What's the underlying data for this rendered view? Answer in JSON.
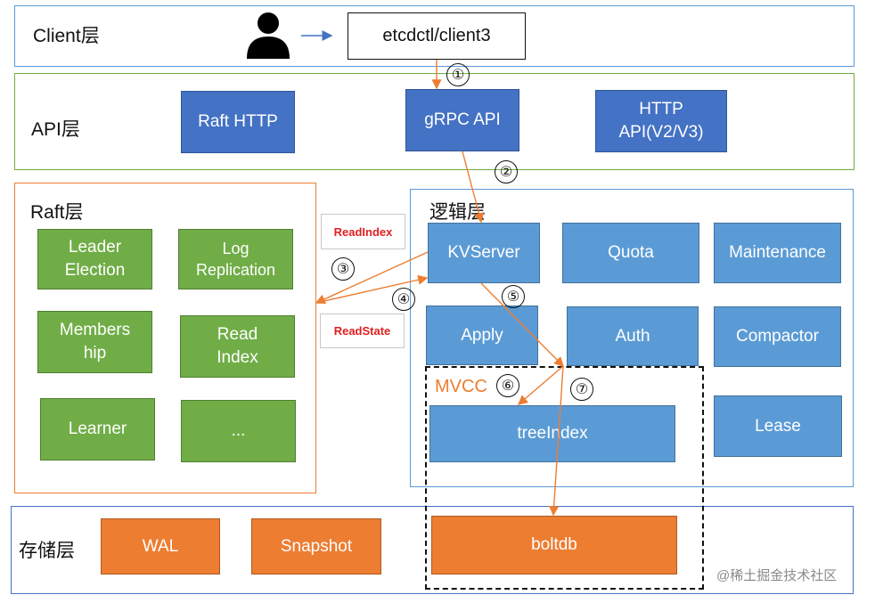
{
  "layers": {
    "client": "Client层",
    "api": "API层",
    "raft": "Raft层",
    "logic": "逻辑层",
    "storage": "存储层"
  },
  "client": {
    "cli_label": "etcdctl/client3",
    "user_icon": "user-icon"
  },
  "api_boxes": [
    "Raft HTTP",
    "gRPC API",
    "HTTP\nAPI(V2/V3)"
  ],
  "raft_boxes": [
    "Leader\nElection",
    "Log\nReplication",
    "Members\nhip",
    "Read\nIndex",
    "Learner",
    "..."
  ],
  "logic_boxes": {
    "kvserver": "KVServer",
    "quota": "Quota",
    "maintenance": "Maintenance",
    "apply": "Apply",
    "auth": "Auth",
    "compactor": "Compactor",
    "lease": "Lease"
  },
  "mvcc": {
    "label": "MVCC",
    "treeindex": "treeIndex"
  },
  "storage_boxes": {
    "wal": "WAL",
    "snapshot": "Snapshot",
    "boltdb": "boltdb"
  },
  "tags": {
    "readindex": "ReadIndex",
    "readstate": "ReadState"
  },
  "steps": [
    "①",
    "②",
    "③",
    "④",
    "⑤",
    "⑥",
    "⑦"
  ],
  "watermark": "@稀土掘金技术社区",
  "colors": {
    "client_border": "#5b9bd5",
    "api_border": "#70ad47",
    "raft_border": "#ed7d31",
    "logic_border": "#5b9bd5",
    "storage_border": "#4472c4",
    "arrow": "#ed7d31",
    "user_arrow": "#4472c4"
  }
}
